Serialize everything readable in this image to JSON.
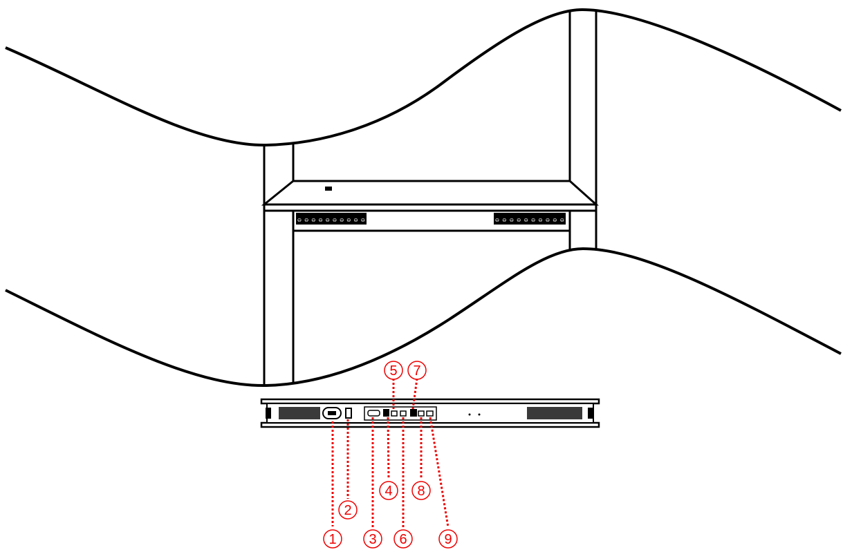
{
  "colors": {
    "line": "#000000",
    "callout": "#ff0000",
    "background": "#ffffff"
  },
  "callouts": [
    {
      "id": "1",
      "label": "①"
    },
    {
      "id": "2",
      "label": "②"
    },
    {
      "id": "3",
      "label": "③"
    },
    {
      "id": "4",
      "label": "④"
    },
    {
      "id": "5",
      "label": "⑤"
    },
    {
      "id": "6",
      "label": "⑥"
    },
    {
      "id": "7",
      "label": "⑦"
    },
    {
      "id": "8",
      "label": "⑧"
    },
    {
      "id": "9",
      "label": "⑨"
    }
  ]
}
